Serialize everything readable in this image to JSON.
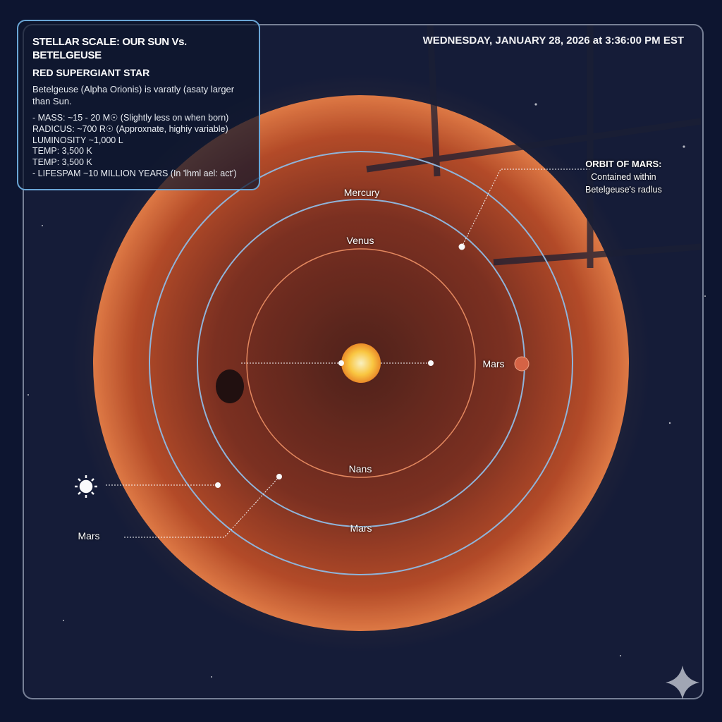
{
  "info_panel": {
    "title": "STELLAR SCALE: OUR SUN Vs. BETELGEUSE",
    "subtitle": "RED SUPERGIANT STAR",
    "description": "Betelgeuse (Alpha Orionis) is varatly (asaty larger than Sun.",
    "stats": [
      "- MASS: ~15 - 20 M☉ (Slightly less on when born)",
      "RADICUS: ~700 R☉ (Approxnate, highiy variable)",
      "LUMINOSITY ~1,000 L",
      "TEMP: 3,500 K",
      "TEMP: 3,500 K",
      "- LIFESPAM ~10 MILLION YEARS (In 'lhml ael: act')"
    ]
  },
  "datetime": "WEDNESDAY, JANUARY 28, 2026 at 3:36:00 PM EST",
  "orbit_labels": {
    "mercury": "Mercury",
    "venus": "Venus",
    "nans": "Nans",
    "mars_bottom": "Mars",
    "mars_right": "Mars",
    "mars_left": "Mars"
  },
  "callout": {
    "heading": "ORBIT OF MARS:",
    "line1": "Contained within",
    "line2": "Betelgeuse's radlus"
  },
  "colors": {
    "orbit_blue": "#8fb6dc",
    "orbit_orange": "#e8875a",
    "betelgeuse": "#c9542a",
    "sun": "#ffd54a",
    "mars": "#d9603e"
  }
}
